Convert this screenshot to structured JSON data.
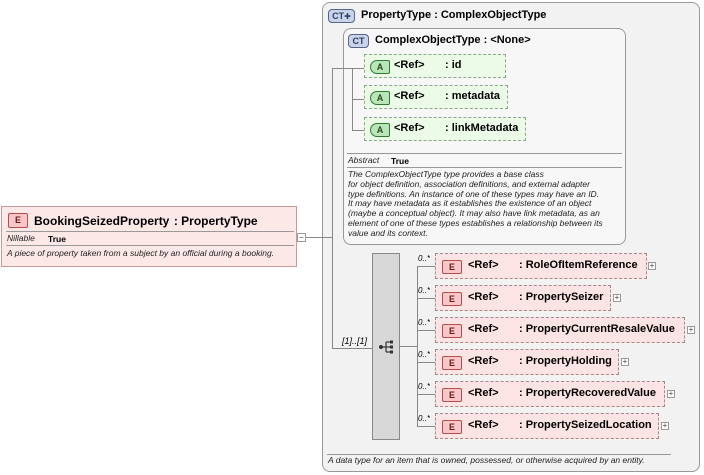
{
  "root_element": {
    "tag": "E",
    "name": "BookingSeizedProperty",
    "type": ": PropertyType",
    "prop_key": "Nillable",
    "prop_val": "True",
    "doc": "A piece of property taken from a subject by an official during a booking."
  },
  "property_type": {
    "tag": "CT",
    "title": "PropertyType : ComplexObjectType",
    "doc": "A data type for an item that is owned, possessed, or otherwise acquired by an entity."
  },
  "complex_object_type": {
    "tag": "CT",
    "title": "ComplexObjectType : <None>",
    "attributes": [
      {
        "tag": "A",
        "ref": "<Ref>",
        "name": ": id"
      },
      {
        "tag": "A",
        "ref": "<Ref>",
        "name": ": metadata"
      },
      {
        "tag": "A",
        "ref": "<Ref>",
        "name": ": linkMetadata"
      }
    ],
    "prop_key": "Abstract",
    "prop_val": "True",
    "doc_lines": [
      "The ComplexObjectType type provides a base class",
      "for object definition, association definitions, and external adapter",
      "type definitions. An instance of one of these types may have an ID.",
      "It may have metadata as it establishes the existence of an object",
      "(maybe a conceptual object). It may also have link metadata, as an",
      "element of one of these types establishes a relationship between its",
      "value and its context."
    ]
  },
  "sequence": {
    "cardinality": "[1]..[1]",
    "elements": [
      {
        "tag": "E",
        "ref": "<Ref>",
        "name": ": RoleOfItemReference",
        "card": "0..*"
      },
      {
        "tag": "E",
        "ref": "<Ref>",
        "name": ": PropertySeizer",
        "card": "0..*"
      },
      {
        "tag": "E",
        "ref": "<Ref>",
        "name": ": PropertyCurrentResaleValue",
        "card": "0..*"
      },
      {
        "tag": "E",
        "ref": "<Ref>",
        "name": ": PropertyHolding",
        "card": "0..*"
      },
      {
        "tag": "E",
        "ref": "<Ref>",
        "name": ": PropertyRecoveredValue",
        "card": "0..*"
      },
      {
        "tag": "E",
        "ref": "<Ref>",
        "name": ": PropertySeizedLocation",
        "card": "0..*"
      }
    ]
  },
  "colors": {
    "element_fill": "#fde4e4",
    "attribute_fill": "#ecfbe8",
    "complex_type_fill": "#f2f2f2"
  },
  "icons": [
    "sequence-icon",
    "expand-plus-icon",
    "collapse-minus-icon"
  ]
}
